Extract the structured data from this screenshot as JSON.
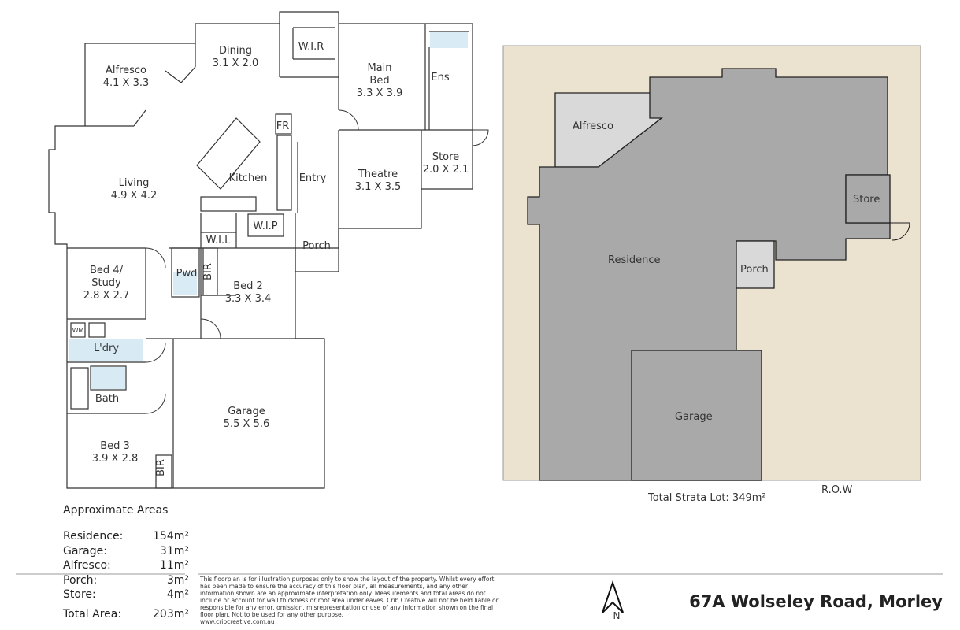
{
  "floorplan": {
    "rooms": [
      {
        "id": "alfresco",
        "name": "Alfresco",
        "size": "4.1 X 3.3"
      },
      {
        "id": "dining",
        "name": "Dining",
        "size": "3.1 X 2.0"
      },
      {
        "id": "wir",
        "name": "W.I.R",
        "size": ""
      },
      {
        "id": "main-bed",
        "name": "Main",
        "name2": "Bed",
        "size": "3.3 X 3.9"
      },
      {
        "id": "ens",
        "name": "Ens",
        "size": ""
      },
      {
        "id": "fr",
        "name": "FR",
        "size": ""
      },
      {
        "id": "store",
        "name": "Store",
        "size": "2.0 X 2.1"
      },
      {
        "id": "living",
        "name": "Living",
        "size": "4.9 X 4.2"
      },
      {
        "id": "kitchen",
        "name": "Kitchen",
        "size": ""
      },
      {
        "id": "entry",
        "name": "Entry",
        "size": ""
      },
      {
        "id": "theatre",
        "name": "Theatre",
        "size": "3.1 X 3.5"
      },
      {
        "id": "wip",
        "name": "W.I.P",
        "size": ""
      },
      {
        "id": "wil",
        "name": "W.I.L",
        "size": ""
      },
      {
        "id": "porch",
        "name": "Porch",
        "size": ""
      },
      {
        "id": "bed4",
        "name": "Bed 4/",
        "name2": "Study",
        "size": "2.8 X 2.7"
      },
      {
        "id": "pwd",
        "name": "Pwd",
        "size": ""
      },
      {
        "id": "bir1",
        "name": "BIR",
        "size": ""
      },
      {
        "id": "bed2",
        "name": "Bed 2",
        "size": "3.3 X 3.4"
      },
      {
        "id": "wm",
        "name": "WM",
        "size": ""
      },
      {
        "id": "ldry",
        "name": "L'dry",
        "size": ""
      },
      {
        "id": "bath",
        "name": "Bath",
        "size": ""
      },
      {
        "id": "garage",
        "name": "Garage",
        "size": "5.5 X 5.6"
      },
      {
        "id": "bed3",
        "name": "Bed 3",
        "size": "3.9 X 2.8"
      },
      {
        "id": "bir2",
        "name": "BIR",
        "size": ""
      }
    ]
  },
  "siteplan": {
    "labels": {
      "alfresco": "Alfresco",
      "store": "Store",
      "residence": "Residence",
      "porch": "Porch",
      "garage": "Garage"
    },
    "lot_text": "Total Strata Lot: 349m²",
    "row_text": "R.O.W",
    "colors": {
      "lot": "#ece2d0",
      "building": "#a9a9a9",
      "light": "#d9d9d9",
      "outline": "#222222"
    }
  },
  "areas": {
    "heading": "Approximate Areas",
    "rows": [
      {
        "label": "Residence:",
        "value": "154m²"
      },
      {
        "label": "Garage:",
        "value": "31m²"
      },
      {
        "label": "Alfresco:",
        "value": "11m²"
      },
      {
        "label": "Porch:",
        "value": "3m²"
      },
      {
        "label": "Store:",
        "value": "4m²"
      }
    ],
    "total": {
      "label": "Total Area:",
      "value": "203m²"
    }
  },
  "disclaimer": "This floorplan is for illustration purposes only to show the layout of the property. Whilst every effort has been made to ensure the accuracy of this floor plan, all measurements, and any other information shown are an approximate interpretation only. Measurements and total areas do not include or account for wall thickness or roof area under eaves. Crib Creative will not be held liable or responsible for any error, omission, misrepresentation or use of any information shown on the final floor plan. Not to be used for any other purpose.",
  "disclaimer_url": "www.cribcreative.com.au",
  "north": "N",
  "address": "67A Wolseley Road, Morley"
}
